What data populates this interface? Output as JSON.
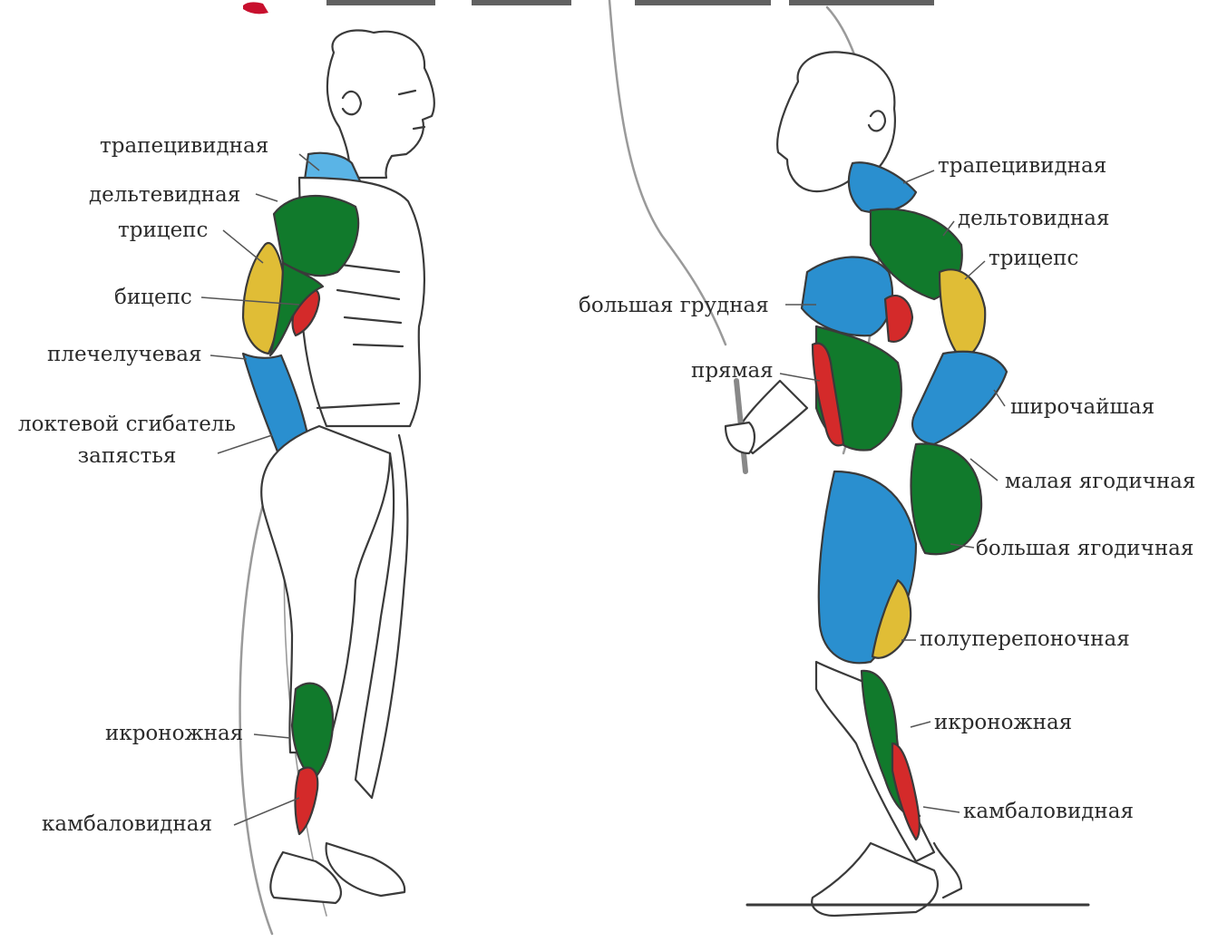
{
  "title_fragment": "",
  "colors": {
    "green": "#117a2c",
    "blue": "#2a8fcf",
    "light_blue": "#5ab4e6",
    "yellow": "#e0bd36",
    "red": "#d42a2a",
    "outline": "#3a3a3a",
    "title_red": "#c8102e"
  },
  "left_figure": {
    "labels": {
      "trapezius": "трапецивидная",
      "deltoid": "дельтевидная",
      "triceps": "трицепс",
      "biceps": "бицепс",
      "brachioradialis": "плечелучевая",
      "ulnar_flexor_line1": "локтевой сгибатель",
      "ulnar_flexor_line2": "запястья",
      "gastrocnemius": "икроножная",
      "soleus": "камбаловидная"
    }
  },
  "right_figure": {
    "labels": {
      "trapezius": "трапецивидная",
      "deltoid": "дельтовидная",
      "triceps": "трицепс",
      "pectoralis": "большая грудная",
      "rectus": "прямая",
      "latissimus": "широчайшая",
      "gluteus_minimus": "малая ягодичная",
      "gluteus_maximus": "большая ягодичная",
      "semimembranosus": "полуперепоночная",
      "gastrocnemius": "икроножная",
      "soleus": "камбаловидная"
    }
  }
}
